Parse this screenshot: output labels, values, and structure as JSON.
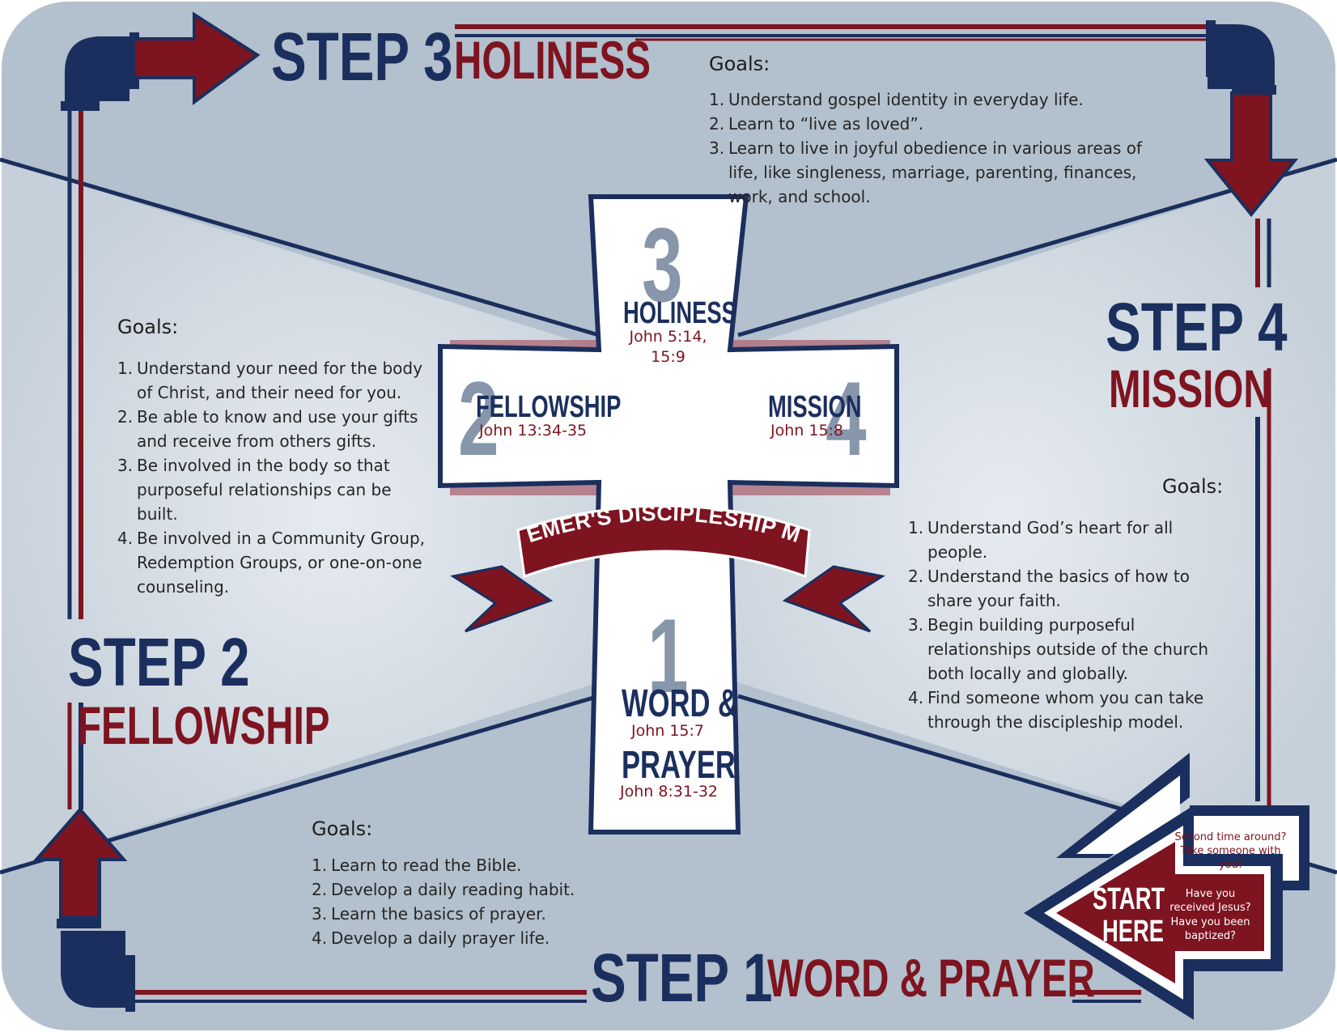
{
  "colors": {
    "navy": "#1b2f5e",
    "red": "#7d1420",
    "background": "#b3c0cd",
    "light_panel": "#d9e0e7",
    "cross": "#ffffff"
  },
  "steps": {
    "step3": {
      "number_label": "STEP 3",
      "name": "HOLINESS",
      "goals_title": "Goals:",
      "goals": [
        {
          "n": "1.",
          "text": "Understand gospel identity in everyday life."
        },
        {
          "n": "2.",
          "text": "Learn to “live as loved”."
        },
        {
          "n": "3.",
          "text": "Learn to live in joyful obedience in various areas of life, like singleness, marriage, parenting, finances, work, and school."
        }
      ]
    },
    "step4": {
      "number_label": "STEP 4",
      "name": "MISSION",
      "goals_title": "Goals:",
      "goals": [
        {
          "n": "1.",
          "text": "Understand God’s heart for all people."
        },
        {
          "n": "2.",
          "text": "Understand the basics of how to share your faith."
        },
        {
          "n": "3.",
          "text": "Begin building purposeful relationships outside of the church both locally and globally."
        },
        {
          "n": "4.",
          "text": "Find someone whom you can take through the discipleship model."
        }
      ]
    },
    "step2": {
      "number_label": "STEP 2",
      "name": "FELLOWSHIP",
      "goals_title": "Goals:",
      "goals": [
        {
          "n": "1.",
          "text": "Understand your need for the body of Christ, and their need for you."
        },
        {
          "n": "2.",
          "text": "Be able to know and use your gifts and receive from others gifts."
        },
        {
          "n": "3.",
          "text": "Be involved in the body so that purposeful relationships can be built."
        },
        {
          "n": "4.",
          "text": "Be involved in a Community Group, Redemption Groups, or one-on-one counseling."
        }
      ]
    },
    "step1": {
      "number_label": "STEP 1",
      "name": "WORD & PRAYER",
      "goals_title": "Goals:",
      "goals": [
        {
          "n": "1.",
          "text": "Learn to read the Bible."
        },
        {
          "n": "2.",
          "text": "Develop a daily reading habit."
        },
        {
          "n": "3.",
          "text": "Learn the basics of prayer."
        },
        {
          "n": "4.",
          "text": "Develop a daily prayer life."
        }
      ]
    }
  },
  "cross": {
    "top": {
      "numeral": "3",
      "label": "HOLINESS",
      "ref": "John 5:14, 15:9"
    },
    "left": {
      "numeral": "2",
      "label": "FELLOWSHIP",
      "ref": "John 13:34-35"
    },
    "right": {
      "numeral": "4",
      "label": "MISSION",
      "ref": "John 15:8"
    },
    "bottom": {
      "numeral": "1",
      "label_1": "WORD &",
      "ref_1": "John 15:7",
      "label_2": "PRAYER",
      "ref_2": "John 8:31-32"
    },
    "banner": "REDEEMER'S DISCIPLESHIP MODEL"
  },
  "start": {
    "label_1": "START",
    "label_2": "HERE",
    "question_1": "Have you received Jesus?",
    "question_2": "Have you been baptized?",
    "second_time": "Second time around? Take someone with you!"
  }
}
